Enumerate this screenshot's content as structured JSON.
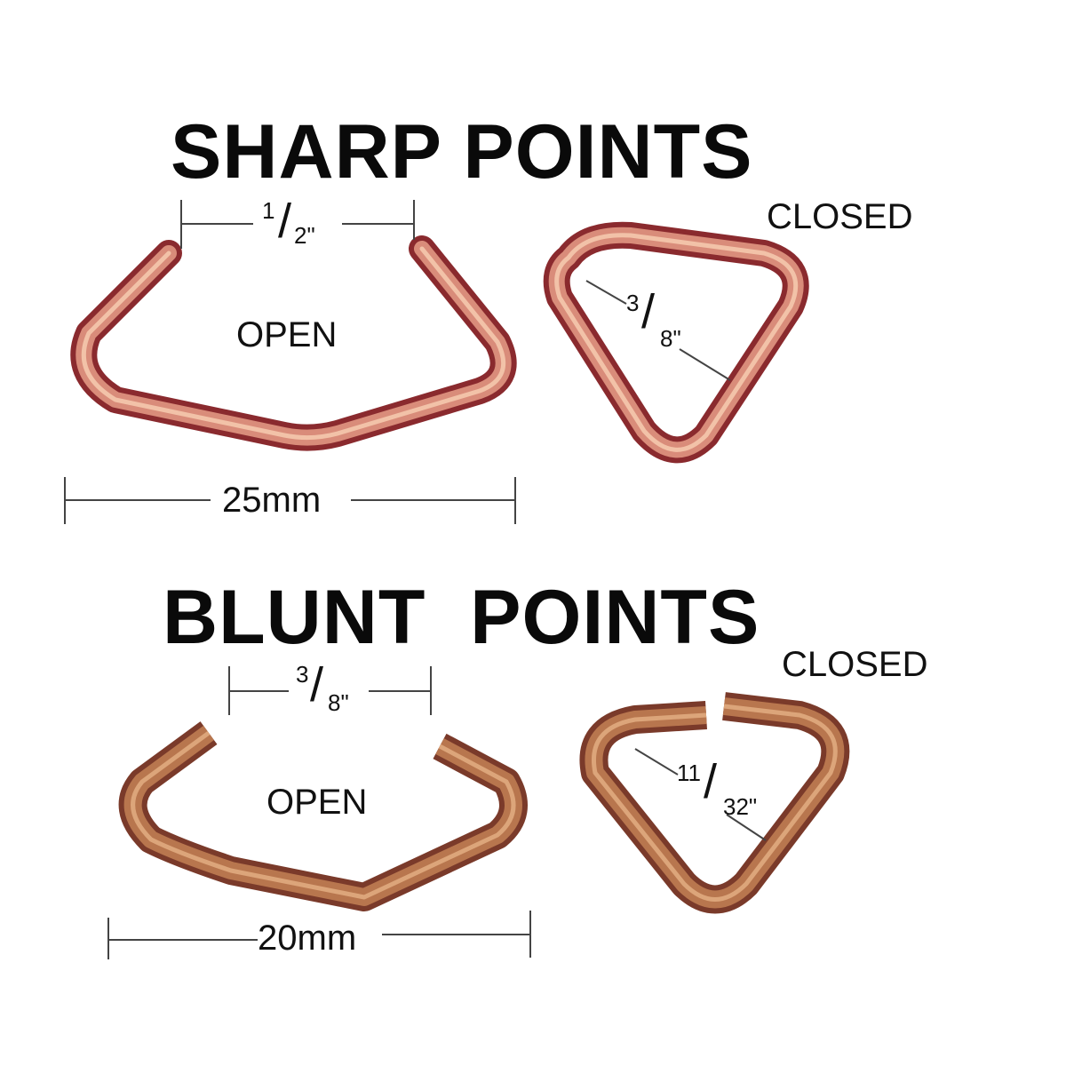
{
  "sections": [
    {
      "title": "SHARP POINTS",
      "open": {
        "label": "OPEN",
        "gap_num": "1",
        "gap_den": "2\"",
        "width": "25mm"
      },
      "closed": {
        "label": "CLOSED",
        "size_num": "3",
        "size_den": "8\""
      }
    },
    {
      "title": "BLUNT  POINTS",
      "open": {
        "label": "OPEN",
        "gap_num": "3",
        "gap_den": "8\"",
        "width": "20mm"
      },
      "closed": {
        "label": "CLOSED",
        "size_num": "11",
        "size_den": "32\""
      }
    }
  ],
  "colors": {
    "copper_dark": "#8a2a2e",
    "copper_mid": "#c0645a",
    "copper_light": "#e9a98a",
    "bronze_dark": "#7a3a2a",
    "bronze_mid": "#b3704c",
    "bronze_light": "#d9a070"
  }
}
